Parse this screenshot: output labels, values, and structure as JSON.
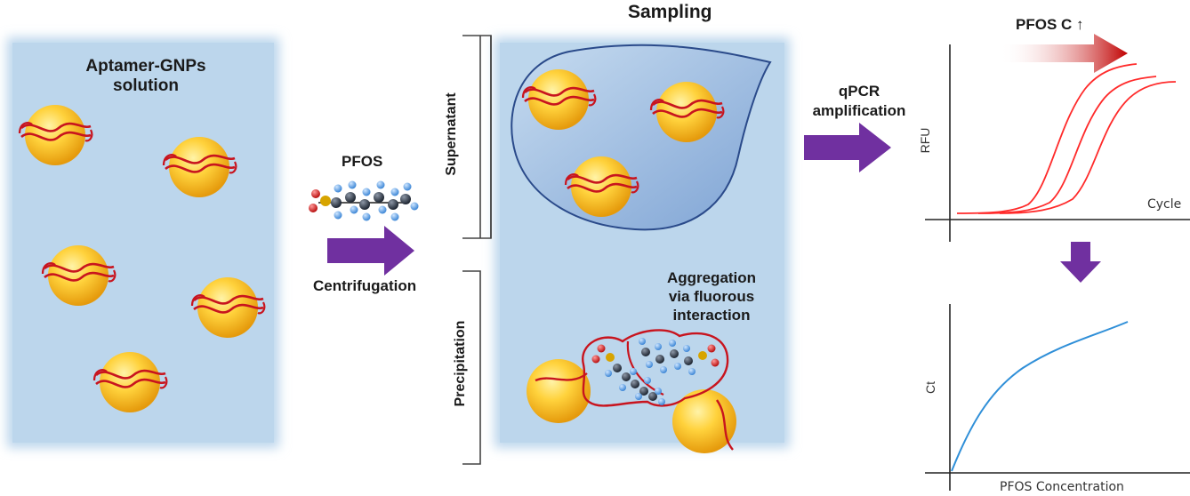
{
  "panel1": {
    "title_line1": "Aptamer-GNPs",
    "title_line2": "solution"
  },
  "step1": {
    "reagent": "PFOS",
    "action": "Centrifugation"
  },
  "panel2": {
    "title": "Sampling",
    "supernatant_label": "Supernatant",
    "precipitation_label": "Precipitation",
    "aggregation_line1": "Aggregation",
    "aggregation_line2": "via fluorous",
    "aggregation_line3": "interaction"
  },
  "step2": {
    "line1": "qPCR",
    "line2": "amplification"
  },
  "plot1": {
    "trend_label": "PFOS C ↑",
    "ylabel": "RFU",
    "xlabel": "Cycle"
  },
  "plot2": {
    "ylabel": "Ct",
    "xlabel": "PFOS Concentration"
  },
  "colors": {
    "panel_blue": "#bcd6ec",
    "gold": "#f4b21a",
    "aptamer_red": "#c8141e",
    "arrow_purple": "#7030a0",
    "curve_red": "#ff2a2a",
    "curve_blue": "#2f8fd8",
    "molecule_carbon": "#2f3a4a",
    "molecule_fluorine": "#5ea4e8",
    "molecule_oxygen": "#d41e1e"
  }
}
